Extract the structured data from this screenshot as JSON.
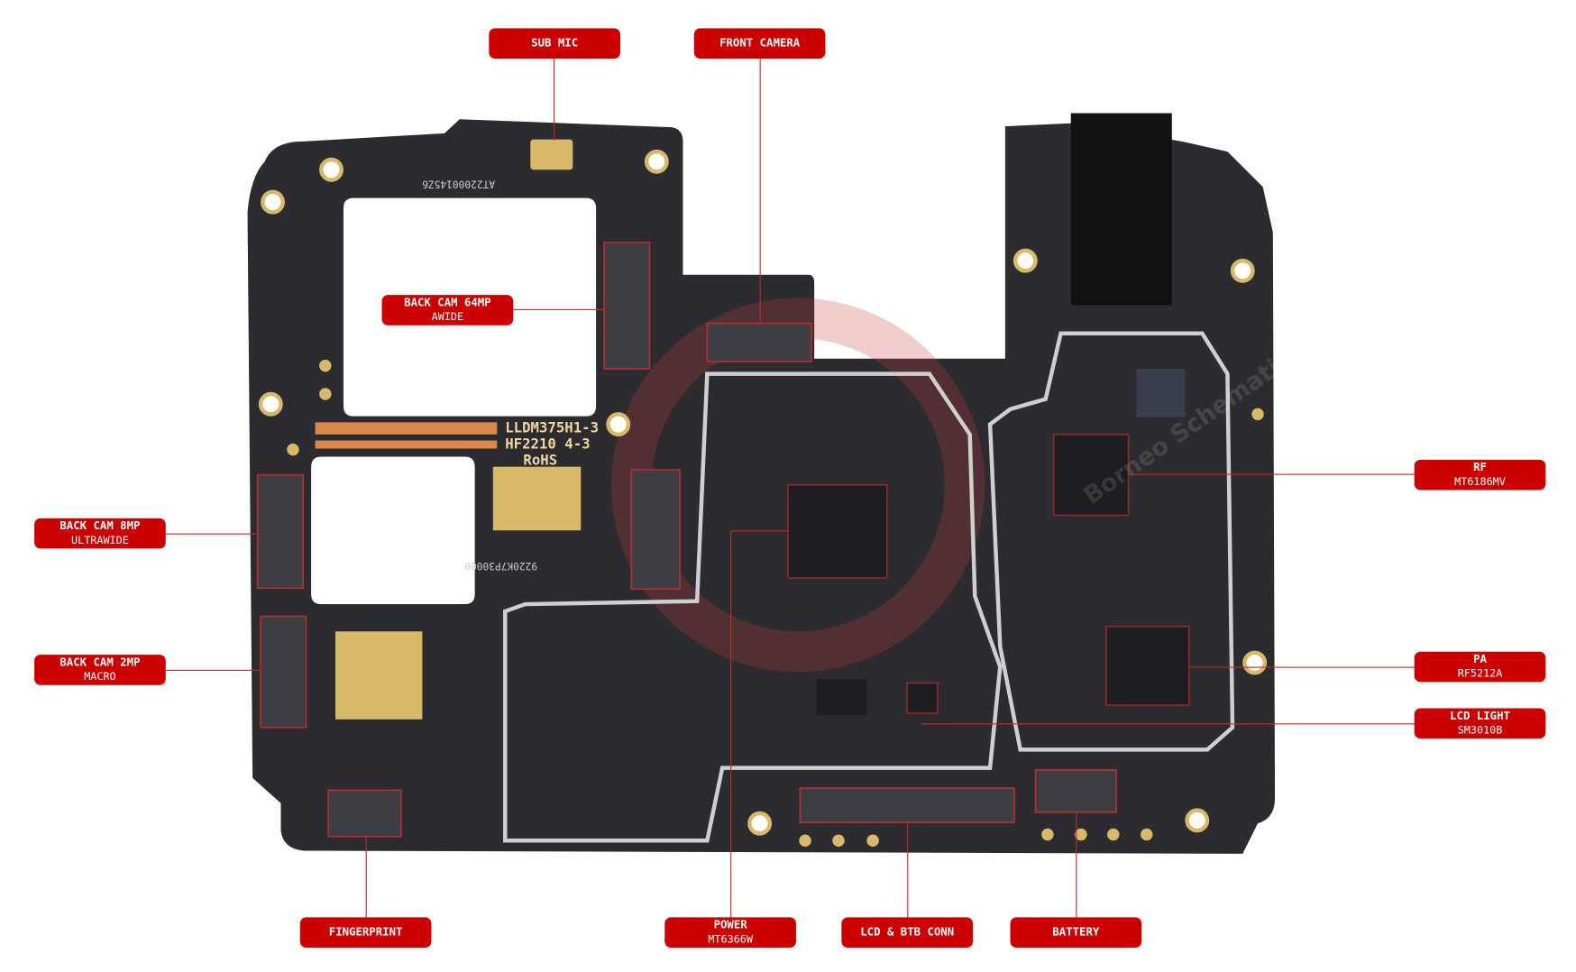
{
  "colors": {
    "label_bg": "#cc0000",
    "leader": "#c42a2a",
    "board": "#2b2b30",
    "pad": "#d8b96a"
  },
  "labels": {
    "sub_mic": {
      "title": "SUB MIC"
    },
    "front_camera": {
      "title": "FRONT CAMERA"
    },
    "back_cam_64mp": {
      "title": "BACK CAM 64MP",
      "sub": "AWIDE"
    },
    "back_cam_8mp": {
      "title": "BACK CAM 8MP",
      "sub": "ULTRAWIDE"
    },
    "back_cam_2mp": {
      "title": "BACK CAM 2MP",
      "sub": "MACRO"
    },
    "rf": {
      "title": "RF",
      "sub": "MT6186MV"
    },
    "pa": {
      "title": "PA",
      "sub": "RF5212A"
    },
    "lcd_light": {
      "title": "LCD LIGHT",
      "sub": "SM3010B"
    },
    "fingerprint": {
      "title": "FINGERPRINT"
    },
    "power": {
      "title": "POWER",
      "sub": "MT6366W"
    },
    "lcd_btb": {
      "title": "LCD & BTB CONN"
    },
    "battery": {
      "title": "BATTERY"
    }
  },
  "board_text": {
    "silk1": "LLDM375H1-3",
    "silk2": "HF2210 4-3",
    "silk3": "RoHS",
    "serial": "AT22000145Z6",
    "code": "9220K7P30000"
  },
  "watermark": "Borneo Schematics"
}
